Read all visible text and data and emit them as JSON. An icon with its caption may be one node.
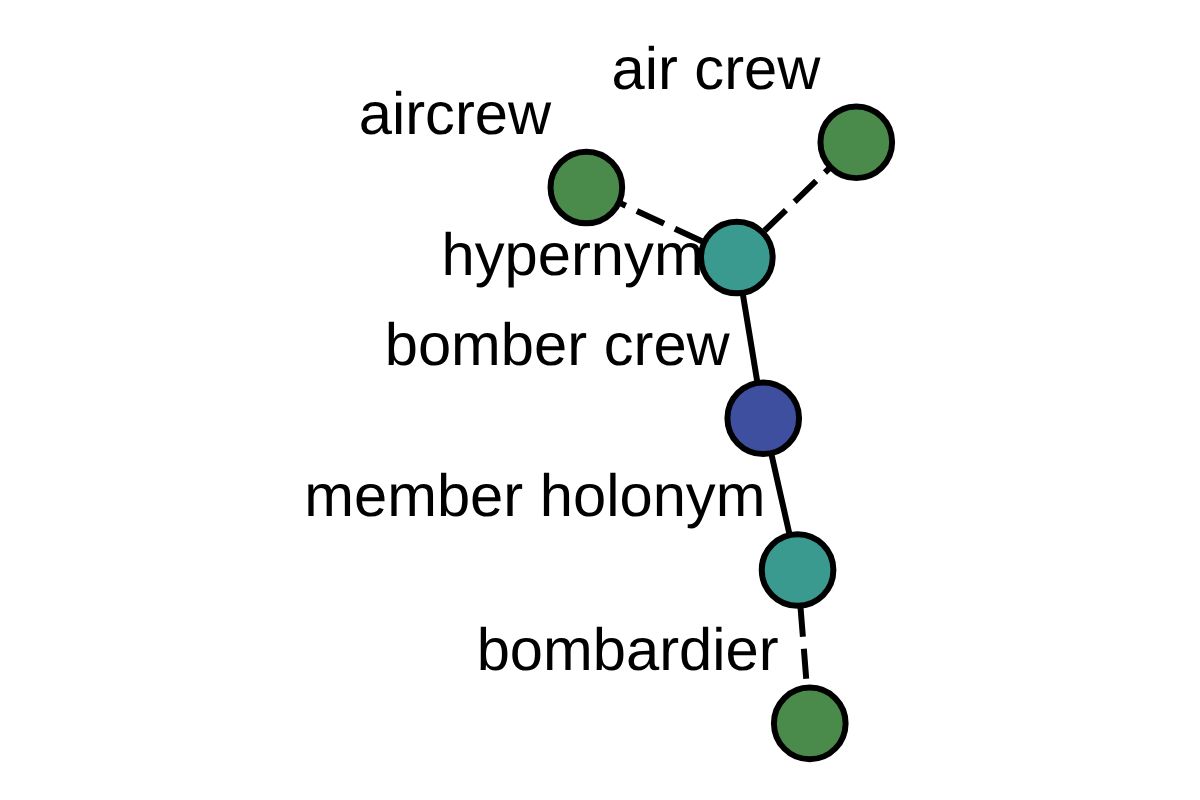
{
  "diagram": {
    "nodes": [
      {
        "text": [
          "bomber crew"
        ]
      },
      {
        "text": [
          "member holonym"
        ]
      },
      {
        "text": [
          "bombardier"
        ]
      },
      {
        "text": [
          "hypernym"
        ]
      },
      {
        "text": [
          "air crew"
        ]
      },
      {
        "text": [
          "aircrew"
        ]
      }
    ],
    "edges": [
      {
        "from": 0,
        "to": 1,
        "arrow": "none"
      },
      {
        "from": 1,
        "to": 2,
        "arrow": "none",
        "style": "dashed"
      },
      {
        "from": 0,
        "to": 3,
        "arrow": "none"
      },
      {
        "from": 3,
        "to": 4,
        "arrow": "none",
        "style": "dashed"
      },
      {
        "from": 3,
        "to": 5,
        "arrow": "none",
        "style": "dashed"
      }
    ]
  }
}
